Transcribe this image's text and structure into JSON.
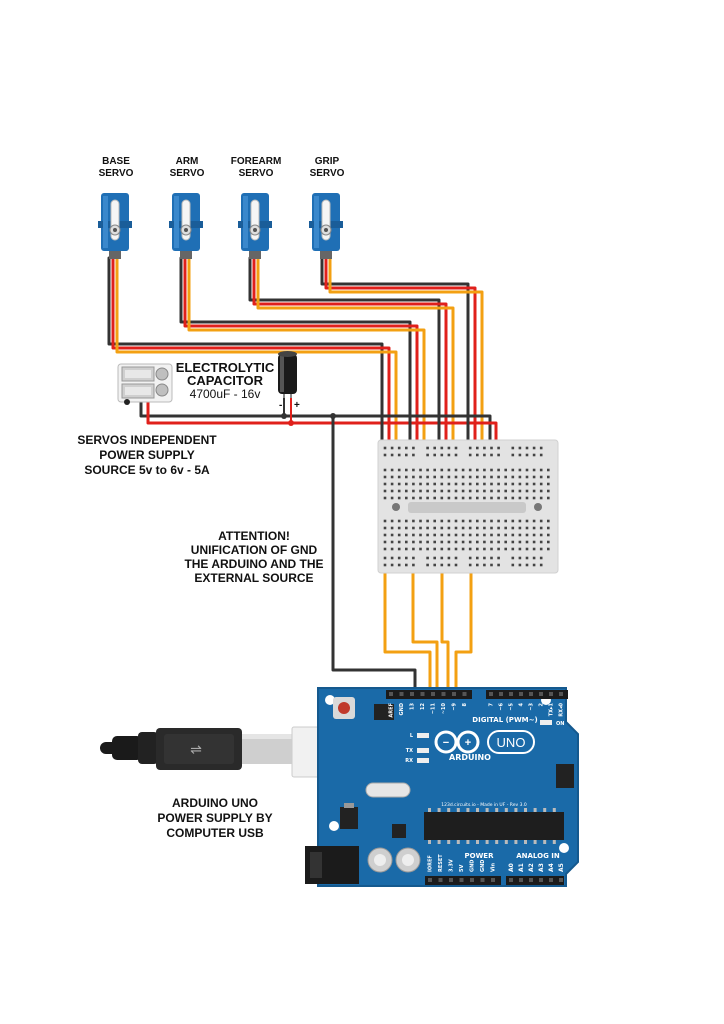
{
  "servos": [
    {
      "label_line1": "BASE",
      "label_line2": "SERVO"
    },
    {
      "label_line1": "ARM",
      "label_line2": "SERVO"
    },
    {
      "label_line1": "FOREARM",
      "label_line2": "SERVO"
    },
    {
      "label_line1": "GRIP",
      "label_line2": "SERVO"
    }
  ],
  "capacitor": {
    "title_line1": "ELECTROLYTIC",
    "title_line2": "CAPACITOR",
    "spec": "4700uF - 16v",
    "minus": "-",
    "plus": "+"
  },
  "power_supply": {
    "line1": "SERVOS INDEPENDENT",
    "line2": "POWER SUPPLY",
    "line3": "SOURCE 5v to 6v - 5A"
  },
  "attention": {
    "line1": "ATTENTION!",
    "line2": "UNIFICATION OF GND",
    "line3": "THE ARDUINO AND THE",
    "line4": "EXTERNAL SOURCE"
  },
  "usb": {
    "line1": "ARDUINO UNO",
    "line2": "POWER SUPPLY BY",
    "line3": "COMPUTER USB"
  },
  "arduino": {
    "brand": "ARDUINO",
    "model": "UNO",
    "digital_label": "DIGITAL (PWM~)",
    "power_label": "POWER",
    "analog_label": "ANALOG IN",
    "footer": "123d.circuits.io - Made in UF - Rev 3.0",
    "led_l": "L",
    "led_tx": "TX",
    "led_rx": "RX",
    "on_label": "ON",
    "top_pins": [
      "AREF",
      "GND",
      "13",
      "12",
      "~11",
      "~10",
      "~9",
      "8"
    ],
    "top_pins_right": [
      "7",
      "~6",
      "~5",
      "4",
      "~3",
      "2",
      "TX▸1",
      "RX◂0"
    ],
    "power_pins": [
      "IOREF",
      "RESET",
      "3.3V",
      "5V",
      "GND",
      "GND",
      "Vin"
    ],
    "analog_pins": [
      "A0",
      "A1",
      "A2",
      "A3",
      "A4",
      "A5"
    ]
  },
  "colors": {
    "servo_blue": "#1f6fb5",
    "wire_red": "#e0201b",
    "wire_orange": "#f3a012",
    "wire_dark": "#333333",
    "board_blue": "#1a6aa8",
    "breadboard": "#e6e6e6"
  }
}
